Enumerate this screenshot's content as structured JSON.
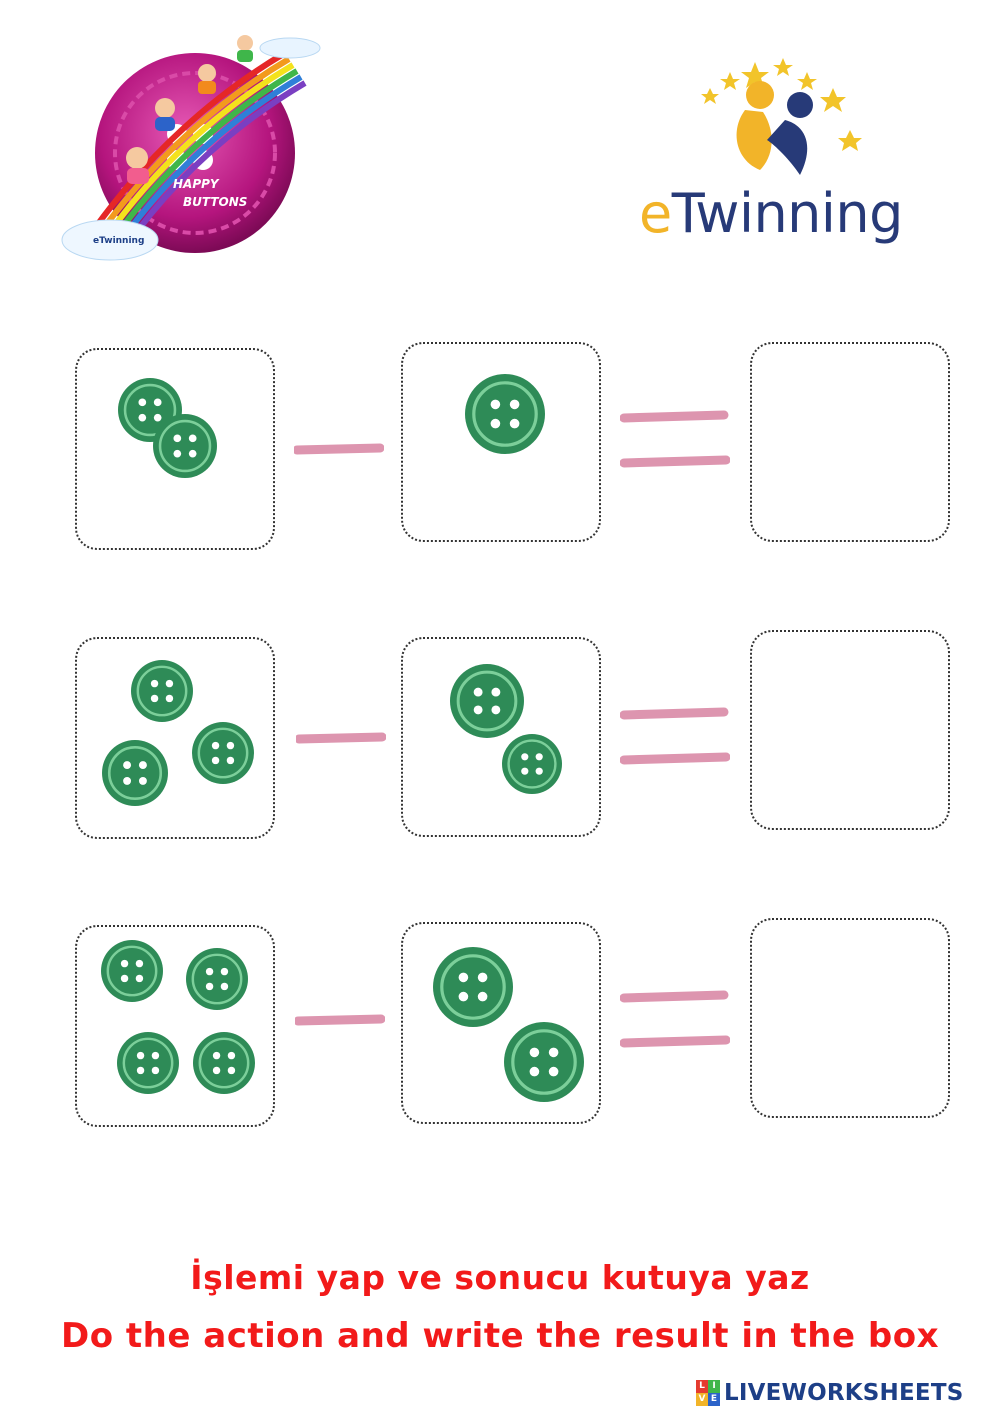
{
  "logos": {
    "happy_buttons": {
      "line1": "HAPPY",
      "line2": "BUTTONS",
      "ring_text": "HAPPY BUTTONS",
      "badge": "eTwinning"
    },
    "etwinning": {
      "wordmark_e": "e",
      "wordmark_rest": "Twinning"
    }
  },
  "colors": {
    "button_fill": "#2e8b57",
    "button_ring": "#7ccf9a",
    "operator_pink": "#d98aa6",
    "instruction_red": "#f21a1a",
    "brand_blue": "#1d3f87"
  },
  "exercises": [
    {
      "minuend_buttons": 2,
      "subtrahend_buttons": 1,
      "operator": "minus",
      "result": ""
    },
    {
      "minuend_buttons": 3,
      "subtrahend_buttons": 2,
      "operator": "minus",
      "result": ""
    },
    {
      "minuend_buttons": 4,
      "subtrahend_buttons": 2,
      "operator": "minus",
      "result": ""
    }
  ],
  "instructions": {
    "turkish": "İşlemi yap ve sonucu kutuya yaz",
    "english": "Do the action and write the result in the box"
  },
  "footer": {
    "brand": "LIVEWORKSHEETS",
    "brand_mark_letters": [
      "L",
      "I",
      "V",
      "E"
    ]
  }
}
